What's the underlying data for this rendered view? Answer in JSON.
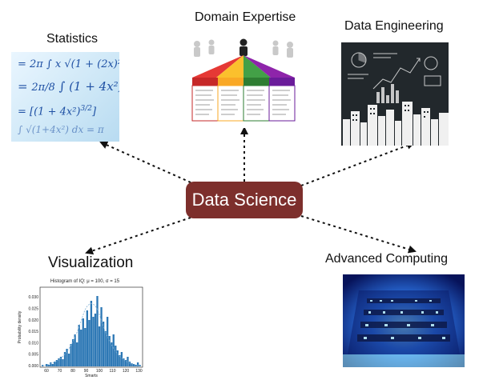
{
  "center": {
    "label": "Data Science"
  },
  "nodes": {
    "statistics": "Statistics",
    "domain": "Domain Expertise",
    "engineering": "Data Engineering",
    "visualization": "Visualization",
    "computing": "Advanced Computing"
  },
  "histogram": {
    "title": "Histogram of IQ: μ = 100, σ = 15",
    "xlabel": "Smarts",
    "ylabel": "Probability density",
    "yticks": [
      "0.000",
      "0.005",
      "0.010",
      "0.015",
      "0.020",
      "0.025",
      "0.030"
    ],
    "xticks": [
      "60",
      "70",
      "80",
      "90",
      "100",
      "110",
      "120",
      "130"
    ]
  },
  "colors": {
    "center_box": "#7d2f2c",
    "arrow": "#111111",
    "bars": "#2d78b5"
  }
}
